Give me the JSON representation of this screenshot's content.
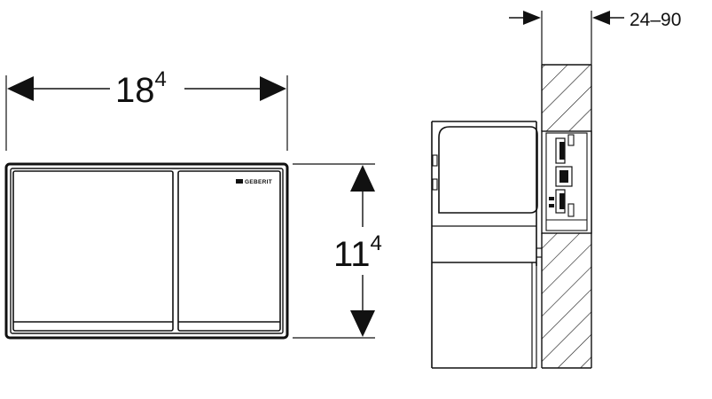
{
  "dimensions": {
    "width": {
      "base": "18",
      "sup": "4"
    },
    "height": {
      "base": "11",
      "sup": "4"
    },
    "wall_range": "24–90"
  },
  "brand": {
    "logo_text": "GEBERIT"
  },
  "colors": {
    "line": "#111111",
    "background": "#ffffff"
  }
}
